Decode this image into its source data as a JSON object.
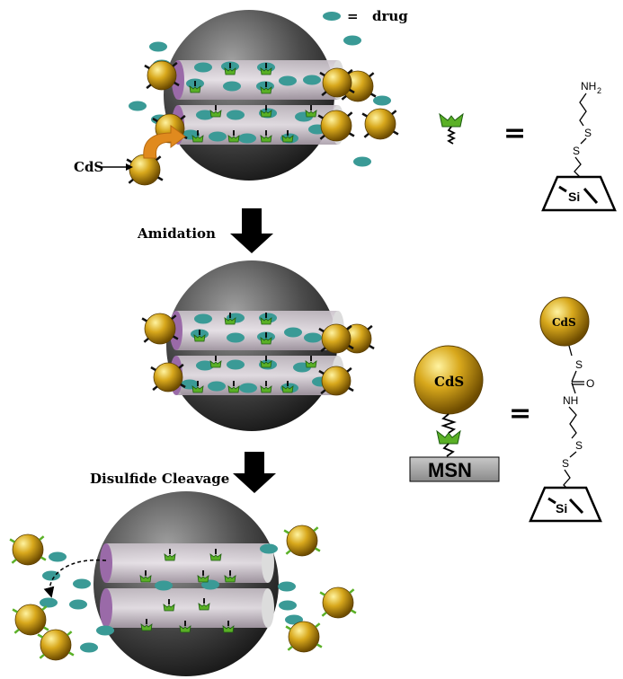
{
  "legend": {
    "symbol": "=",
    "drug_label": "drug"
  },
  "labels": {
    "cds_pointer": "CdS",
    "step1": "Amidation",
    "step2": "Disulfide Cleavage"
  },
  "linker_legend": {
    "equals": "=",
    "amine": "NH",
    "amine_sub": "2",
    "sulfur": "S",
    "silicon": "Si"
  },
  "conjugate_legend": {
    "cds": "CdS",
    "msn": "MSN",
    "equals": "=",
    "oxygen": "O",
    "nh": "NH",
    "sulfur": "S",
    "silicon": "Si"
  },
  "colors": {
    "sphere": "#3a3a3a",
    "cds": "#d4a017",
    "drug": "#3a9a96",
    "gate": "#5ab026",
    "arrow": "#e08a1e",
    "pore_end": "#9a6aa8"
  }
}
